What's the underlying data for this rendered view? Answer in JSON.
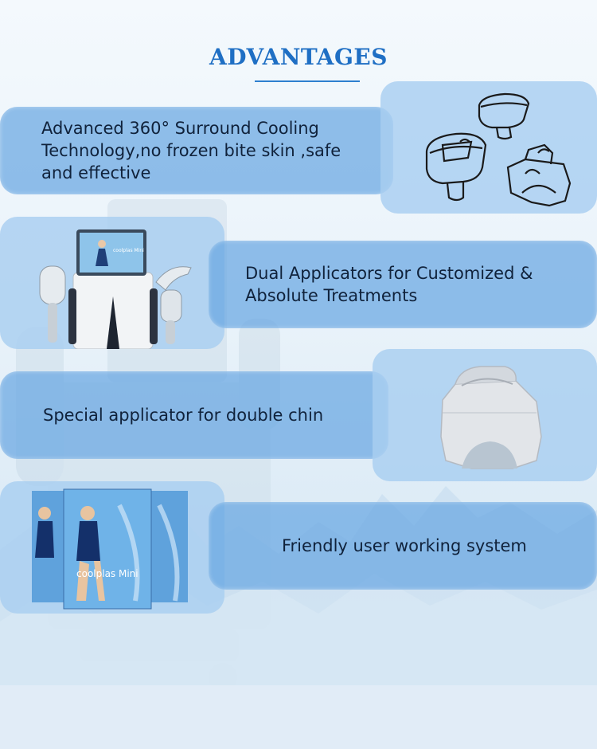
{
  "heading": "ADVANTAGES",
  "features": [
    {
      "text": "Advanced 360° Surround Cooling\nTechnology,no frozen bite skin ,safe\nand effective"
    },
    {
      "text": "Dual Applicators for Customized &\nAbsolute Treatments"
    },
    {
      "text": "Special applicator for double chin"
    },
    {
      "text": "Friendly user working system"
    }
  ],
  "device_screen_brand": "coolplas Mini",
  "colors": {
    "heading": "#1f6fc4",
    "band": "#68a6e2",
    "panel": "#a8cef0",
    "text": "#10223b"
  }
}
